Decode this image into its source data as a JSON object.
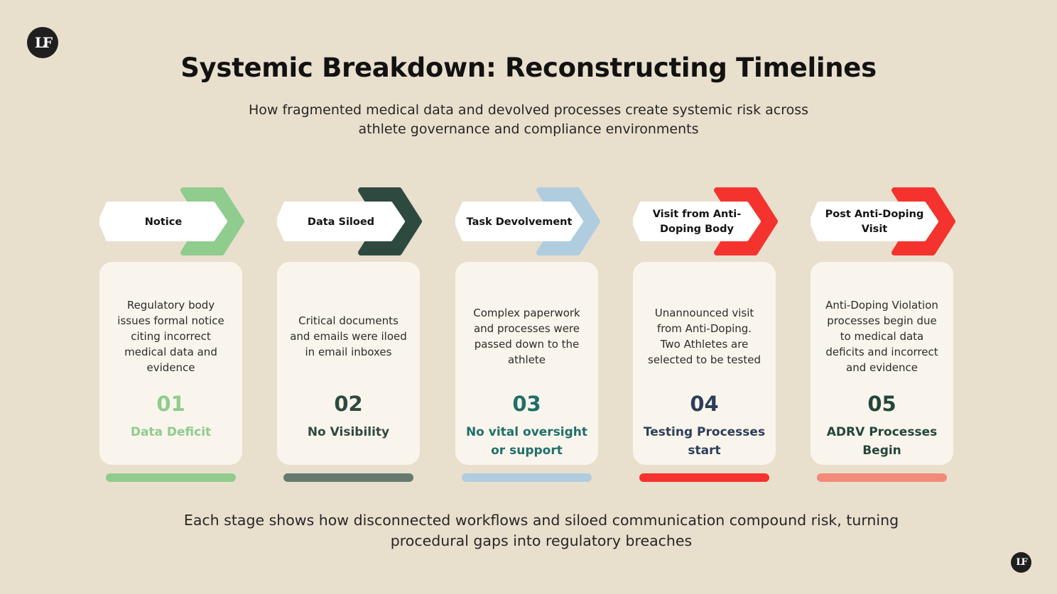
{
  "title": "Systemic Breakdown: Reconstructing Timelines",
  "subtitle": "How fragmented medical data and devolved processes create systemic risk across athlete governance and compliance environments",
  "footer": "Each stage shows how disconnected workflows and siloed communication compound risk, turning procedural gaps into regulatory breaches",
  "logo": {
    "text": "LF"
  },
  "stages": [
    {
      "label": "Notice",
      "description": "Regulatory body issues formal notice citing incorrect medical data and evidence",
      "number": "01",
      "outcome": "Data Deficit",
      "accent_color": "#8fcc8d",
      "text_color": "#8fcc8d",
      "bar_color": "#8fcc8d"
    },
    {
      "label": "Data Siloed",
      "description": "Critical documents and emails were iloed in email inboxes",
      "number": "02",
      "outcome": "No Visibility",
      "accent_color": "#2e4a40",
      "text_color": "#2e4a40",
      "bar_color": "#657a6e"
    },
    {
      "label": "Task Devolvement",
      "description": "Complex paperwork and processes were passed down to the athlete",
      "number": "03",
      "outcome": "No vital oversight or support",
      "accent_color": "#b0cde0",
      "text_color": "#1f6f6b",
      "bar_color": "#b0cde0"
    },
    {
      "label": "Visit from Anti-Doping Body",
      "description": "Unannounced visit from Anti-Doping. Two Athletes are selected to be tested",
      "number": "04",
      "outcome": "Testing Processes start",
      "accent_color": "#f5332e",
      "text_color": "#2c3e5c",
      "bar_color": "#f5332e"
    },
    {
      "label": "Post Anti-Doping Visit",
      "description": "Anti-Doping Violation processes begin due to medical data deficits and incorrect and evidence",
      "number": "05",
      "outcome": "ADRV Processes Begin",
      "accent_color": "#f5332e",
      "text_color": "#23463a",
      "bar_color": "#f28a7a"
    }
  ]
}
